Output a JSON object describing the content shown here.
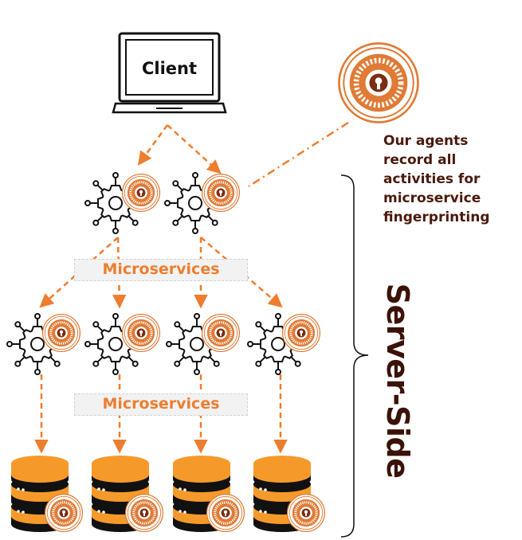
{
  "client": {
    "label": "Client"
  },
  "agents_note": {
    "text": "Our agents record all activities for microservice fingerprinting"
  },
  "microservices_labels": [
    "Microservices",
    "Microservices"
  ],
  "server_side": {
    "label": "Server-Side"
  },
  "colors": {
    "accent": "#ee7d2f",
    "seal": "#e07a35",
    "dark_text": "#4a1a0c",
    "server_text": "#3b1206",
    "icon_outline": "#111111",
    "db_fill": "#f59a2a"
  },
  "icons": {
    "client": "laptop-icon",
    "agent": "keyhole-seal-icon",
    "service": "microservice-gear-icon",
    "database": "database-icon"
  }
}
